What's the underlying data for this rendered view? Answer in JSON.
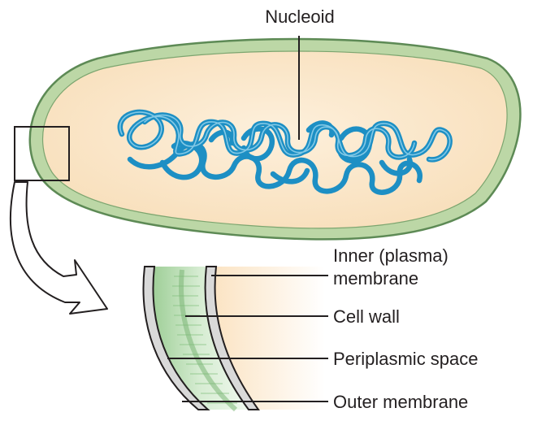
{
  "labels": {
    "nucleoid": "Nucleoid",
    "inner_membrane_line1": "Inner (plasma)",
    "inner_membrane_line2": "membrane",
    "cell_wall": "Cell wall",
    "periplasmic_space": "Periplasmic space",
    "outer_membrane": "Outer membrane"
  },
  "colors": {
    "cytoplasm": "#fbe6c8",
    "cell_envelope": "#bcd7a6",
    "envelope_outline": "#5d8a55",
    "dna": "#1d8fc4",
    "dna_highlight": "#8fd0ea",
    "membrane_gray": "#bdbdbd",
    "periplasm_green": "#d3e9cd",
    "leader_line": "#231f20"
  }
}
